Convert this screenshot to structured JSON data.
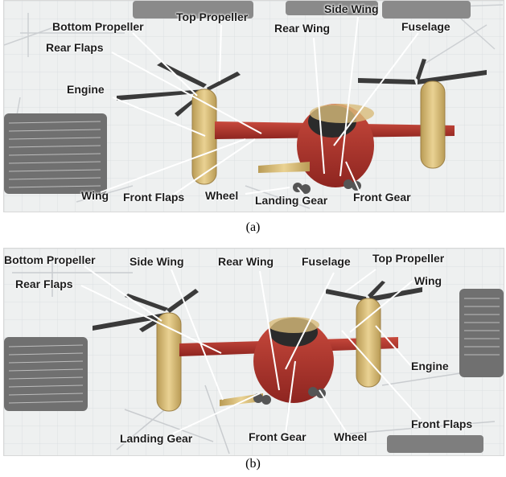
{
  "figure": {
    "panel_a": {
      "caption": "(a)",
      "labels": {
        "bottom_propeller": "Bottom Propeller",
        "top_propeller": "Top Propeller",
        "side_wing": "Side Wing",
        "rear_wing": "Rear Wing",
        "fuselage": "Fuselage",
        "rear_flaps": "Rear Flaps",
        "engine": "Engine",
        "wing": "Wing",
        "front_flaps": "Front Flaps",
        "wheel": "Wheel",
        "landing_gear": "Landing Gear",
        "front_gear": "Front Gear"
      }
    },
    "panel_b": {
      "caption": "(b)",
      "labels": {
        "bottom_propeller": "Bottom Propeller",
        "side_wing": "Side Wing",
        "rear_wing": "Rear Wing",
        "fuselage": "Fuselage",
        "top_propeller": "Top Propeller",
        "rear_flaps": "Rear Flaps",
        "wing": "Wing",
        "engine": "Engine",
        "front_flaps": "Front Flaps",
        "landing_gear": "Landing Gear",
        "front_gear": "Front Gear",
        "wheel": "Wheel"
      }
    }
  },
  "colors": {
    "background": "#eef0f0",
    "grid": "#dcdfe2",
    "fuselage_red": "#b8322a",
    "fuselage_tan": "#d9be7c",
    "propeller": "#3a3a3a",
    "leader_line": "#ffffff",
    "note_box": "#6e6e6e"
  }
}
